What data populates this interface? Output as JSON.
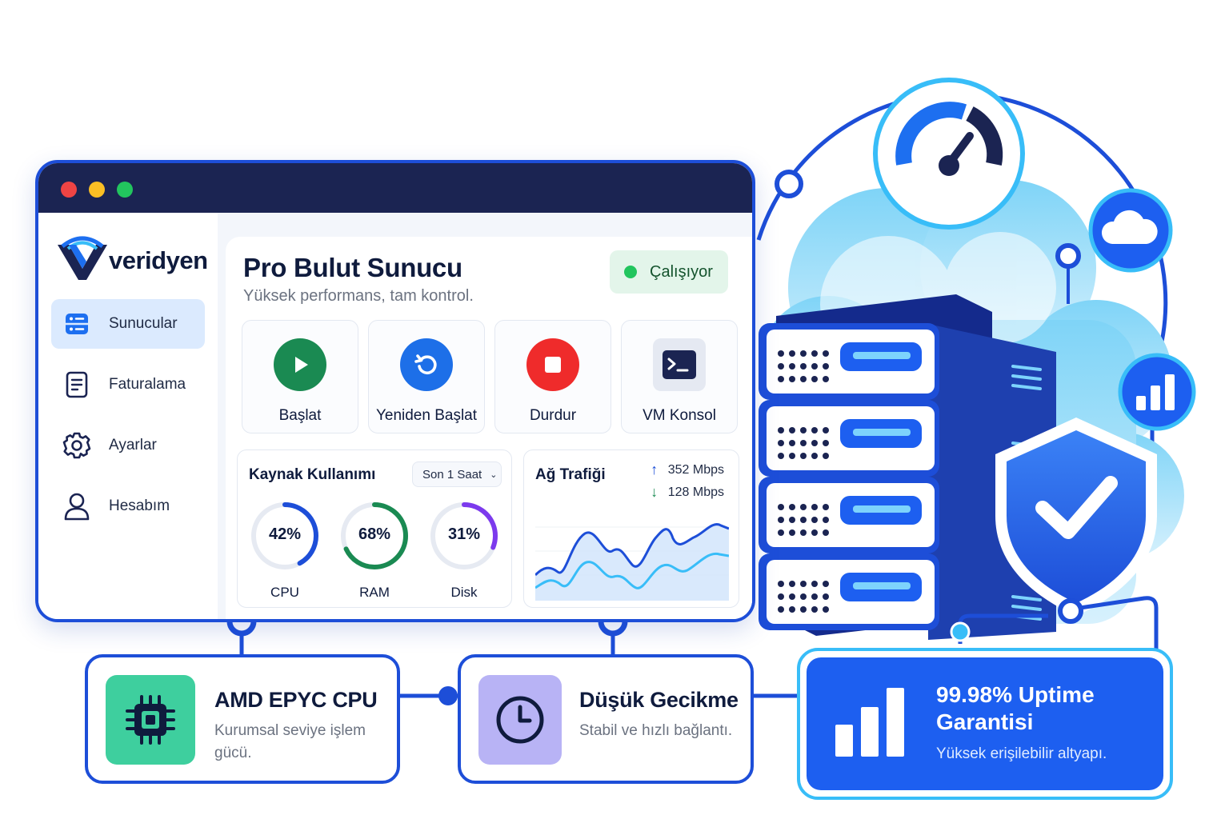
{
  "app": {
    "brand": "veridyen",
    "title": "Pro Bulut Sunucu",
    "subtitle": "Yüksek performans, tam kontrol.",
    "status": "Çalışıyor"
  },
  "sidebar": {
    "items": [
      {
        "label": "Sunucular",
        "icon": "server-icon",
        "active": true
      },
      {
        "label": "Faturalama",
        "icon": "invoice-icon",
        "active": false
      },
      {
        "label": "Ayarlar",
        "icon": "gear-icon",
        "active": false
      },
      {
        "label": "Hesabım",
        "icon": "user-icon",
        "active": false
      }
    ]
  },
  "actions": [
    {
      "label": "Başlat",
      "icon": "play-icon",
      "color": "#1a8a52"
    },
    {
      "label": "Yeniden Başlat",
      "icon": "restart-icon",
      "color": "#1d6fe8"
    },
    {
      "label": "Durdur",
      "icon": "stop-icon",
      "color": "#ef2b2b"
    },
    {
      "label": "VM Konsol",
      "icon": "terminal-icon",
      "color": "#1b2452"
    }
  ],
  "resources": {
    "title": "Kaynak Kullanımı",
    "range": "Son 1 Saat",
    "gauges": [
      {
        "label": "CPU",
        "value": 42,
        "text": "42%",
        "color": "#1d4ed8"
      },
      {
        "label": "RAM",
        "value": 68,
        "text": "68%",
        "color": "#1a8a52"
      },
      {
        "label": "Disk",
        "value": 31,
        "text": "31%",
        "color": "#7c3aed"
      }
    ]
  },
  "network": {
    "title": "Ağ Trafiği",
    "upload": "352 Mbps",
    "download": "128 Mbps"
  },
  "features": [
    {
      "title": "AMD EPYC CPU",
      "desc": "Kurumsal seviye işlem gücü.",
      "icon": "cpu-chip-icon",
      "color": "#3ecf9e"
    },
    {
      "title": "Düşük Gecikme",
      "desc": "Stabil ve hızlı bağlantı.",
      "icon": "clock-icon",
      "color": "#b8b3f5"
    }
  ],
  "uptime": {
    "title": "99.98% Uptime Garantisi",
    "desc": "Yüksek erişilebilir altyapı."
  },
  "colors": {
    "brand": "#1d4ed8",
    "navy": "#1b2452",
    "accent": "#38bdf8"
  }
}
